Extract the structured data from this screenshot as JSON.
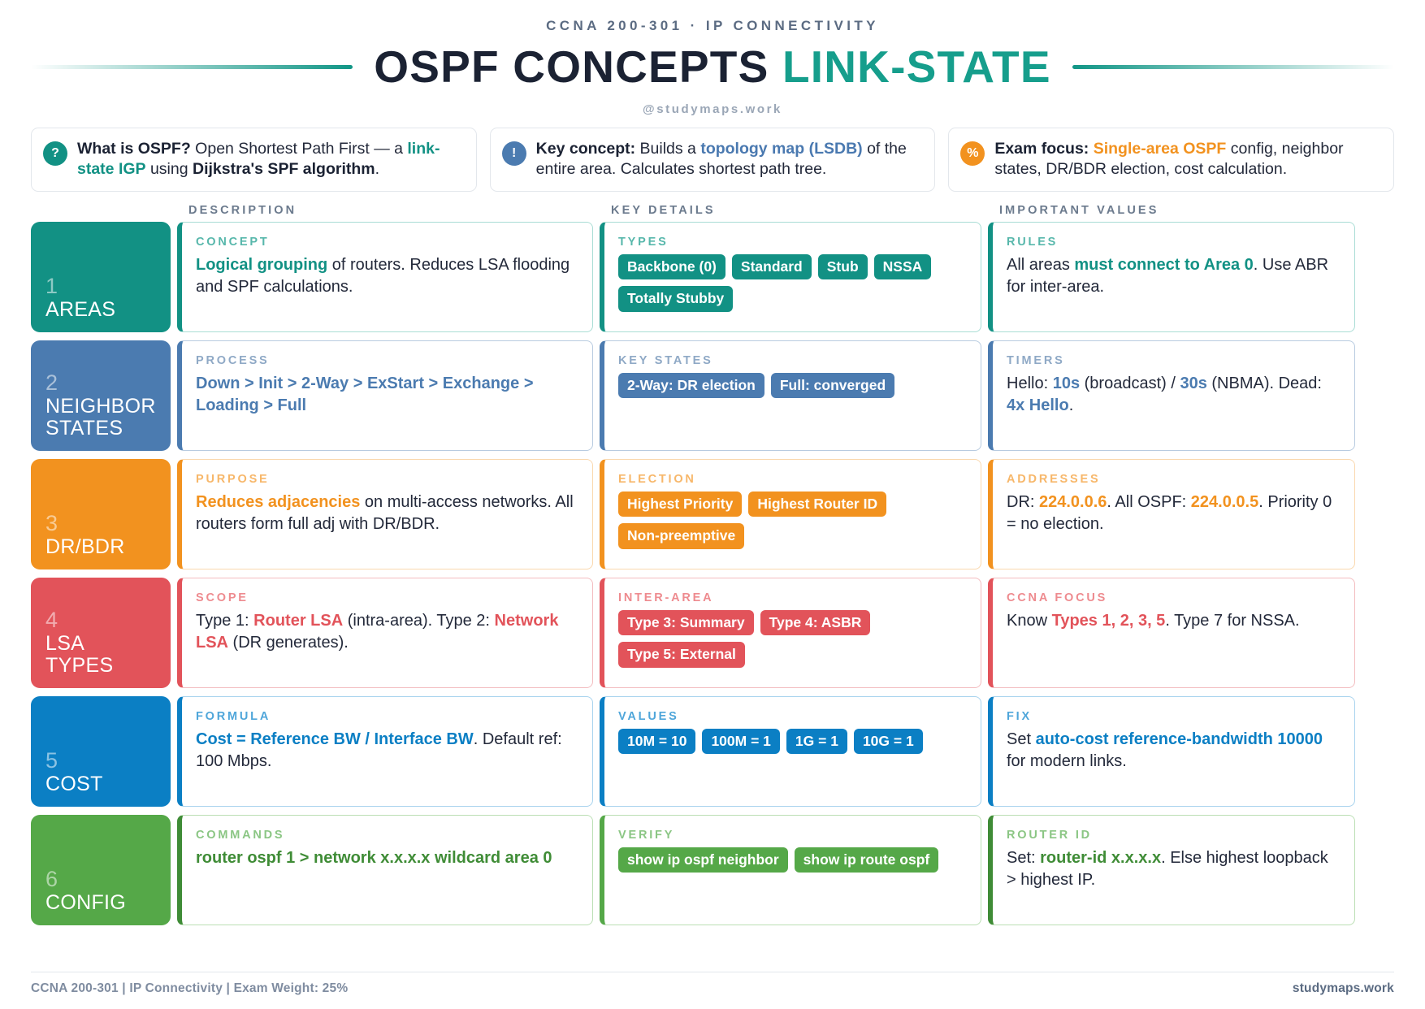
{
  "header": {
    "eyebrow": "CCNA 200-301 · IP CONNECTIVITY",
    "title_dark": "OSPF CONCEPTS",
    "title_accent": "LINK-STATE",
    "handle": "@studymaps.work"
  },
  "callouts": [
    {
      "icon": "question-mark-icon",
      "icon_glyph": "?",
      "color": "#129184",
      "label": "What is OSPF?",
      "text_1": " Open Shortest Path First — a ",
      "key_1": "link-state IGP",
      "text_2": " using ",
      "bold_2": "Dijkstra's SPF algorithm",
      "text_3": "."
    },
    {
      "icon": "exclamation-icon",
      "icon_glyph": "!",
      "color": "#4b7bb0",
      "label": "Key concept:",
      "text_1": " Builds a ",
      "key_1": "topology map (LSDB)",
      "text_2": " of the entire area. Calculates shortest path tree.",
      "bold_2": "",
      "text_3": ""
    },
    {
      "icon": "percent-icon",
      "icon_glyph": "%",
      "color": "#f2921f",
      "label": "Exam focus:",
      "text_1": " ",
      "key_1": "Single-area OSPF",
      "text_2": " config, neighbor states, DR/BDR election, cost calculation.",
      "bold_2": "",
      "text_3": ""
    }
  ],
  "column_headers": [
    "DESCRIPTION",
    "KEY DETAILS",
    "IMPORTANT VALUES"
  ],
  "rows": [
    {
      "number": "1",
      "label": "AREAS",
      "accent": "#129184",
      "soft": "#a9ddd5",
      "kicker_color": "#57b7ab",
      "description": {
        "kicker": "CONCEPT",
        "bold": "Logical grouping",
        "rest": " of routers. Reduces LSA flooding and SPF calculations."
      },
      "details": {
        "kicker": "TYPES",
        "chips": [
          "Backbone (0)",
          "Standard",
          "Stub",
          "NSSA",
          "Totally Stubby"
        ]
      },
      "values": {
        "kicker": "RULES",
        "pre": "All areas ",
        "bold": "must connect to Area 0",
        "post": ". Use ABR for inter-area."
      }
    },
    {
      "number": "2",
      "label": "NEIGHBOR\nSTATES",
      "accent": "#4b7bb0",
      "soft": "#b8cbe0",
      "kicker_color": "#8fa9c6",
      "description": {
        "kicker": "PROCESS",
        "allbold": "Down > Init > 2-Way > ExStart > Exchange > Loading > Full"
      },
      "details": {
        "kicker": "KEY STATES",
        "chips": [
          "2-Way: DR election",
          "Full: converged"
        ]
      },
      "values": {
        "kicker": "TIMERS",
        "pre": "Hello: ",
        "bold": "10s",
        "mid": " (broadcast) / ",
        "bold2": "30s",
        "mid2": " (NBMA). Dead: ",
        "bold3": "4x Hello",
        "post": "."
      }
    },
    {
      "number": "3",
      "label": "DR/BDR",
      "accent": "#f2921f",
      "soft": "#fad8ae",
      "kicker_color": "#f7b76a",
      "description": {
        "kicker": "PURPOSE",
        "bold": "Reduces adjacencies",
        "rest": " on multi-access networks. All routers form full adj with DR/BDR."
      },
      "details": {
        "kicker": "ELECTION",
        "chips": [
          "Highest Priority",
          "Highest Router ID",
          "Non-preemptive"
        ]
      },
      "values": {
        "kicker": "ADDRESSES",
        "pre": "DR: ",
        "bold": "224.0.0.6",
        "mid": ". All OSPF: ",
        "bold2": "224.0.0.5",
        "post": ". Priority 0 = no election."
      }
    },
    {
      "number": "4",
      "label": "LSA\nTYPES",
      "accent": "#e2535a",
      "soft": "#f3bcbf",
      "kicker_color": "#ee8b8f",
      "description": {
        "kicker": "SCOPE",
        "pre": "Type 1: ",
        "bold": "Router LSA",
        "mid": " (intra-area). Type 2: ",
        "bold2": "Network LSA",
        "post": " (DR generates)."
      },
      "details": {
        "kicker": "INTER-AREA",
        "chips": [
          "Type 3: Summary",
          "Type 4: ASBR",
          "Type 5: External"
        ]
      },
      "values": {
        "kicker": "CCNA FOCUS",
        "pre": "Know ",
        "bold": "Types 1, 2, 3, 5",
        "post": ". Type 7 for NSSA."
      }
    },
    {
      "number": "5",
      "label": "COST",
      "accent": "#0b7fc4",
      "soft": "#a8d3ee",
      "kicker_color": "#4fa6da",
      "description": {
        "kicker": "FORMULA",
        "bold": "Cost = Reference BW / Interface BW",
        "rest": ". Default ref: 100 Mbps."
      },
      "details": {
        "kicker": "VALUES",
        "chips": [
          "10M = 10",
          "100M = 1",
          "1G = 1",
          "10G = 1"
        ]
      },
      "values": {
        "kicker": "FIX",
        "pre": "Set ",
        "bold": "auto-cost reference-bandwidth 10000",
        "post": " for modern links."
      }
    },
    {
      "number": "6",
      "label": "CONFIG",
      "accent": "#55a848",
      "soft": "#bbdfb4",
      "kicker_color": "#8bc684",
      "description": {
        "kicker": "COMMANDS",
        "allbold": "router ospf 1 > network x.x.x.x wildcard area 0"
      },
      "details": {
        "kicker": "VERIFY",
        "chips": [
          "show ip ospf neighbor",
          "show ip route ospf"
        ]
      },
      "values": {
        "kicker": "ROUTER ID",
        "pre": "Set: ",
        "bold": "router-id x.x.x.x",
        "post": ". Else highest loopback > highest IP."
      }
    }
  ],
  "footer": {
    "left": "CCNA 200-301 | IP Connectivity | Exam Weight: 25%",
    "right": "studymaps.work"
  }
}
